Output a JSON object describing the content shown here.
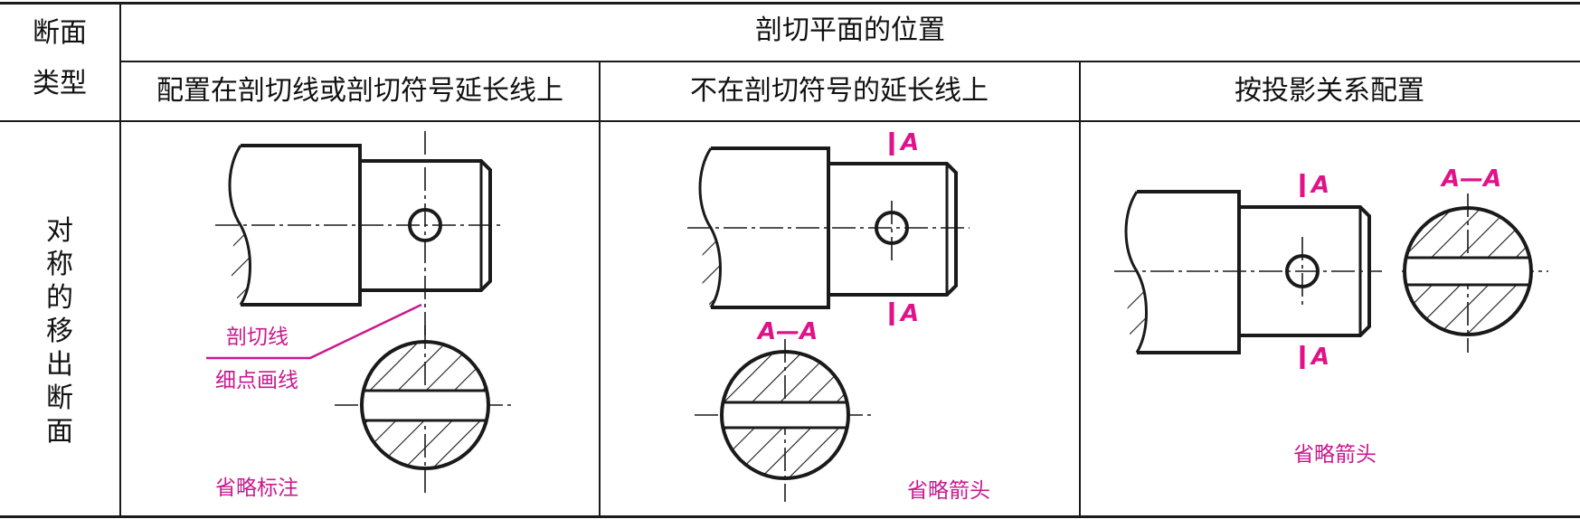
{
  "table": {
    "header_type_line1": "断面",
    "header_type_line2": "类型",
    "header_position": "剖切平面的位置",
    "col1": "配置在剖切线或剖切符号延长线上",
    "col2": "不在剖切符号的延长线上",
    "col3": "按投影关系配置",
    "row_label": "对称的移出断面"
  },
  "annotations": {
    "cutting_line": "剖切线",
    "thin_dash_dot_line": "细点画线",
    "omit_marking": "省略标注",
    "omit_arrow_col2": "省略箭头",
    "omit_arrow_col3": "省略箭头",
    "section_mark": "A",
    "section_title": "A—A"
  },
  "colors": {
    "line": "#1a1a1a",
    "annotation": "#c8198f",
    "section_letter": "#e0128a"
  }
}
